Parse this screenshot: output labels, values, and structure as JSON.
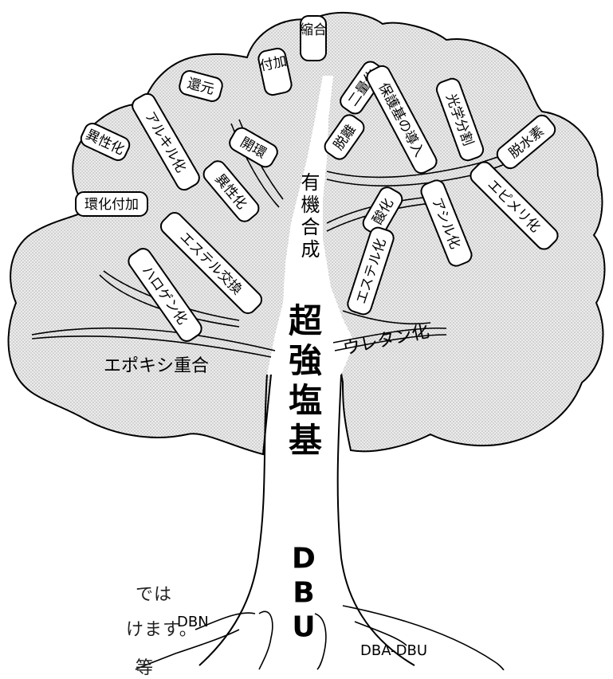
{
  "diagram": {
    "trunk_label_main": "超強塩基",
    "trunk_label_root": "DBU",
    "organic_synthesis_label": "有機合成",
    "branch_labels": {
      "epoxy": "エポキシ重合",
      "urethane": "ウレタン化"
    },
    "root_labels": {
      "left": "DBN",
      "right": "DBA-DBU"
    },
    "leaf_tags": [
      "付加",
      "縮合",
      "還元",
      "二量化",
      "保護基の導入",
      "光学分割",
      "脱離",
      "脱水素",
      "異性化",
      "アルキル化",
      "開環",
      "環化付加",
      "異性化",
      "エステル交換",
      "ハロゲン化",
      "酸化",
      "アシル化",
      "エピメリ化",
      "エステル化"
    ]
  },
  "side_text": {
    "line1": "では",
    "line2": "けます。",
    "line3": "等"
  },
  "colors": {
    "foliage": "#dcdcdc",
    "outline": "#000000"
  }
}
